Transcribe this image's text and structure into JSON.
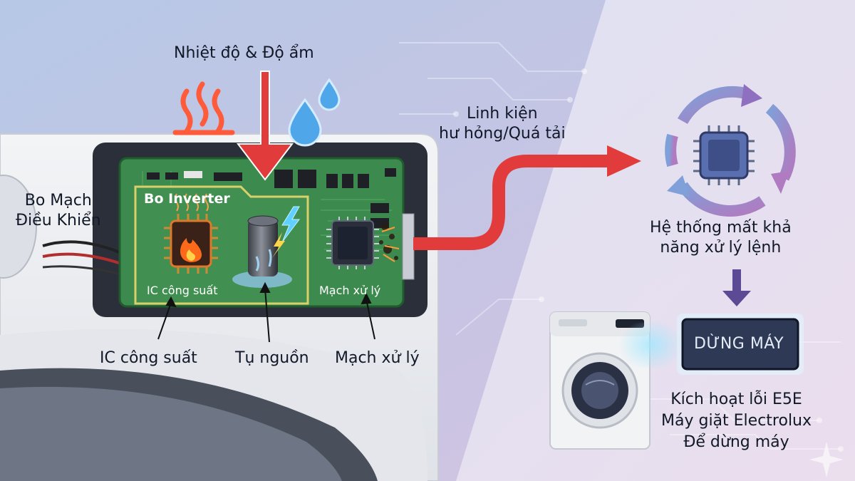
{
  "labels": {
    "heat_humidity": "Nhiệt độ & Độ ẩm",
    "control_board": [
      "Bo Mạch",
      "Điều Khiển"
    ],
    "components_overload": [
      "Linh kiện",
      "hư hỏng/Quá tải"
    ],
    "system_loss": [
      "Hệ thống mất khả",
      "năng xử lý lệnh"
    ],
    "error_activation": [
      "Kích hoạt lỗi E5E",
      "Máy giặt Electrolux",
      "Để dừng máy"
    ],
    "bottom": [
      "IC công suất",
      "Tụ nguồn",
      "Mạch xử lý"
    ]
  },
  "board": {
    "title": "Bo Inverter",
    "ic_label": "IC công suất",
    "cpu_label": "Mạch xử lý"
  },
  "screen": {
    "text": "DỪNG MÁY"
  },
  "colors": {
    "board_green": "#3d8a4e",
    "inverter_border": "#d9d06a",
    "arrow_red": "#e23b3b",
    "cycle_purple": "#8e6fc0",
    "screen_bg": "#2e3a55"
  },
  "icons": [
    "heat-waves-icon",
    "water-drops-icon",
    "fire-chip-icon",
    "capacitor-icon",
    "lightning-icon",
    "processor-chip-icon",
    "cycle-arrows-icon",
    "washing-machine-icon",
    "sparkle-icon"
  ]
}
